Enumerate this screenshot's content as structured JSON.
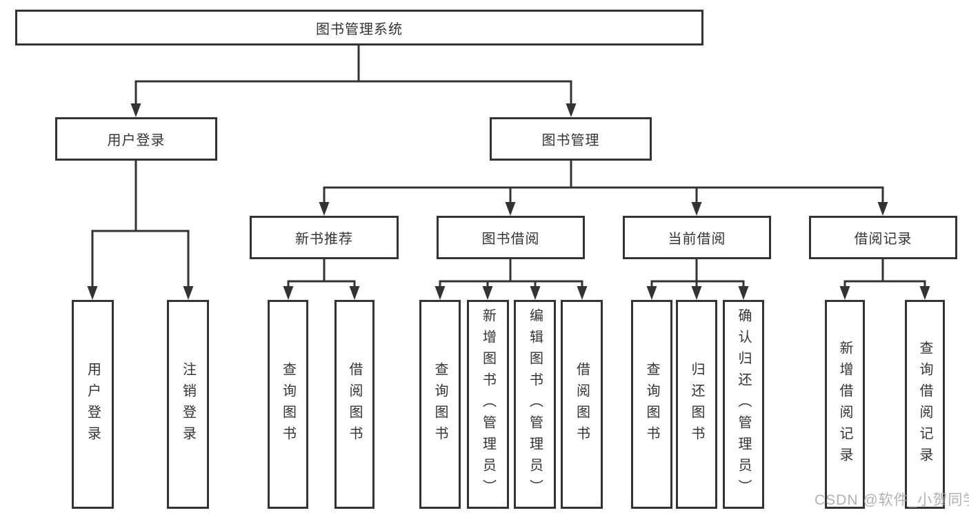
{
  "diagram": {
    "tree": {
      "label": "图书管理系统",
      "children": [
        {
          "label": "用户登录",
          "children": [
            {
              "label": "用户登录"
            },
            {
              "label": "注销登录"
            }
          ]
        },
        {
          "label": "图书管理",
          "children": [
            {
              "label": "新书推荐",
              "children": [
                {
                  "label": "查询图书"
                },
                {
                  "label": "借阅图书"
                }
              ]
            },
            {
              "label": "图书借阅",
              "children": [
                {
                  "label": "查询图书"
                },
                {
                  "label": "新增图书（管理员）"
                },
                {
                  "label": "编辑图书（管理员）"
                },
                {
                  "label": "借阅图书"
                }
              ]
            },
            {
              "label": "当前借阅",
              "children": [
                {
                  "label": "查询图书"
                },
                {
                  "label": "归还图书"
                },
                {
                  "label": "确认归还（管理员）"
                }
              ]
            },
            {
              "label": "借阅记录",
              "children": [
                {
                  "label": "新增借阅记录"
                },
                {
                  "label": "查询借阅记录"
                }
              ]
            }
          ]
        }
      ]
    },
    "colors": {
      "line": "#333333",
      "box_border": "#333333",
      "box_background": "#ffffff",
      "text": "#333333",
      "watermark": "#a8a8a8"
    }
  },
  "watermark": {
    "text": "CSDN @软件_小贺同学"
  }
}
